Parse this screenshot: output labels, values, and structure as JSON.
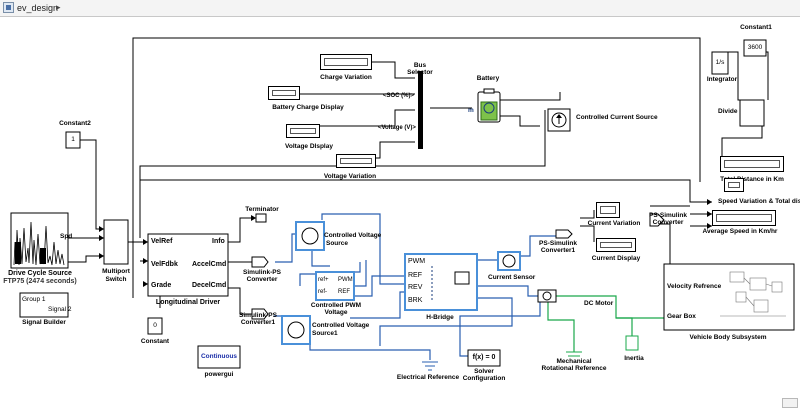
{
  "window": {
    "breadcrumb": "ev_design",
    "breadcrumb_arrow": "▸"
  },
  "blocks": {
    "charge_variation": "Charge Variation",
    "battery_charge_display": "Battery Charge Display",
    "voltage_display": "Voltage DIsplay",
    "voltage_variation": "Voltage Variation",
    "bus_selector": "Bus\nSelector",
    "bus_selector_l1": "Bus",
    "bus_selector_l2": "Selector",
    "soc_signal": "<SOC (%)>",
    "voltage_signal": "<Voltage (V)>",
    "battery": "Battery",
    "battery_port_m": "m",
    "controlled_current_source": "Controlled Current Source",
    "constant1": "Constant1",
    "constant1_value": "3600",
    "integrator": "Integrator",
    "integrator_symbol": "1/s",
    "divide": "Divide",
    "total_distance": "Total Distance in Km",
    "constant2": "Constant2",
    "constant2_value": "1",
    "drive_cycle_source": "Drive Cycle Source",
    "drive_cycle_sub": "FTP75 (2474  seconds)",
    "drive_cycle_port": "Spd",
    "multiport_switch": "Multiport\nSwitch",
    "multiport_l1": "Multiport",
    "multiport_l2": "Switch",
    "signal_builder": "Signal Builder",
    "signal_builder_g": "Group 1",
    "signal_builder_s": "Signal 2",
    "longitudinal_driver": "Longitudinal Driver",
    "ld_velref": "VelRef",
    "ld_velfdbk": "VelFdbk",
    "ld_grade": "Grade",
    "ld_info": "Info",
    "ld_accel": "AccelCmd",
    "ld_decel": "DecelCmd",
    "terminator": "Terminator",
    "simulink_ps": "Simulink-PS\nConverter",
    "simulink_ps_l1": "Simulink-PS",
    "simulink_ps_l2": "Converter",
    "simulink_ps1_l1": "Simulink-PS",
    "simulink_ps1_l2": "Converter1",
    "constant": "Constant",
    "constant_value": "0",
    "controlled_voltage_source_l1": "Controlled Voltage",
    "controlled_voltage_source_l2": "Source",
    "controlled_voltage_source1_l1": "Controlled Voltage",
    "controlled_voltage_source1_l2": "Source1",
    "controlled_pwm_l1": "Controlled PWM",
    "controlled_pwm_l2": "Voltage",
    "pwm_ref": "ref+",
    "pwm_ref_minus": "ref-",
    "pwm_pwm": "PWM",
    "pwm_refm": "REF",
    "hbridge": "H-Bridge",
    "hb_pwm": "PWM",
    "hb_ref": "REF",
    "hb_rev": "REV",
    "hb_brk": "BRK",
    "current_sensor": "Current Sensor",
    "ps_simulink_converter1_l1": "PS-Simulink",
    "ps_simulink_converter1_l2": "Converter1",
    "current_variation": "Current Variation",
    "current_display": "Current Display",
    "dc_motor": "DC Motor",
    "mech_ref_l1": "Mechanical",
    "mech_ref_l2": "Rotational Reference",
    "inertia": "Inertia",
    "electrical_reference": "Electrical Reference",
    "solver_configuration_l1": "Solver",
    "solver_configuration_l2": "Configuration",
    "solver_symbol": "f(x) = 0",
    "powergui": "powergui",
    "powergui_mode": "Continuous",
    "ps_simulink_converter_l1": "PS-Simulink",
    "ps_simulink_converter_l2": "Converter",
    "speed_variation": "Speed Variation & Total distance",
    "average_speed": "Average Speed in Km/hr",
    "vehicle_body": "Vehicle Body Subsystem",
    "vb_velocity": "Velocity Refrence",
    "vb_gearbox": "Gear Box"
  },
  "colors": {
    "wire": "#000000",
    "physical_wire": "#2a5fb0",
    "mech_wire": "#1aa84b",
    "selection": "#4a90d9"
  }
}
